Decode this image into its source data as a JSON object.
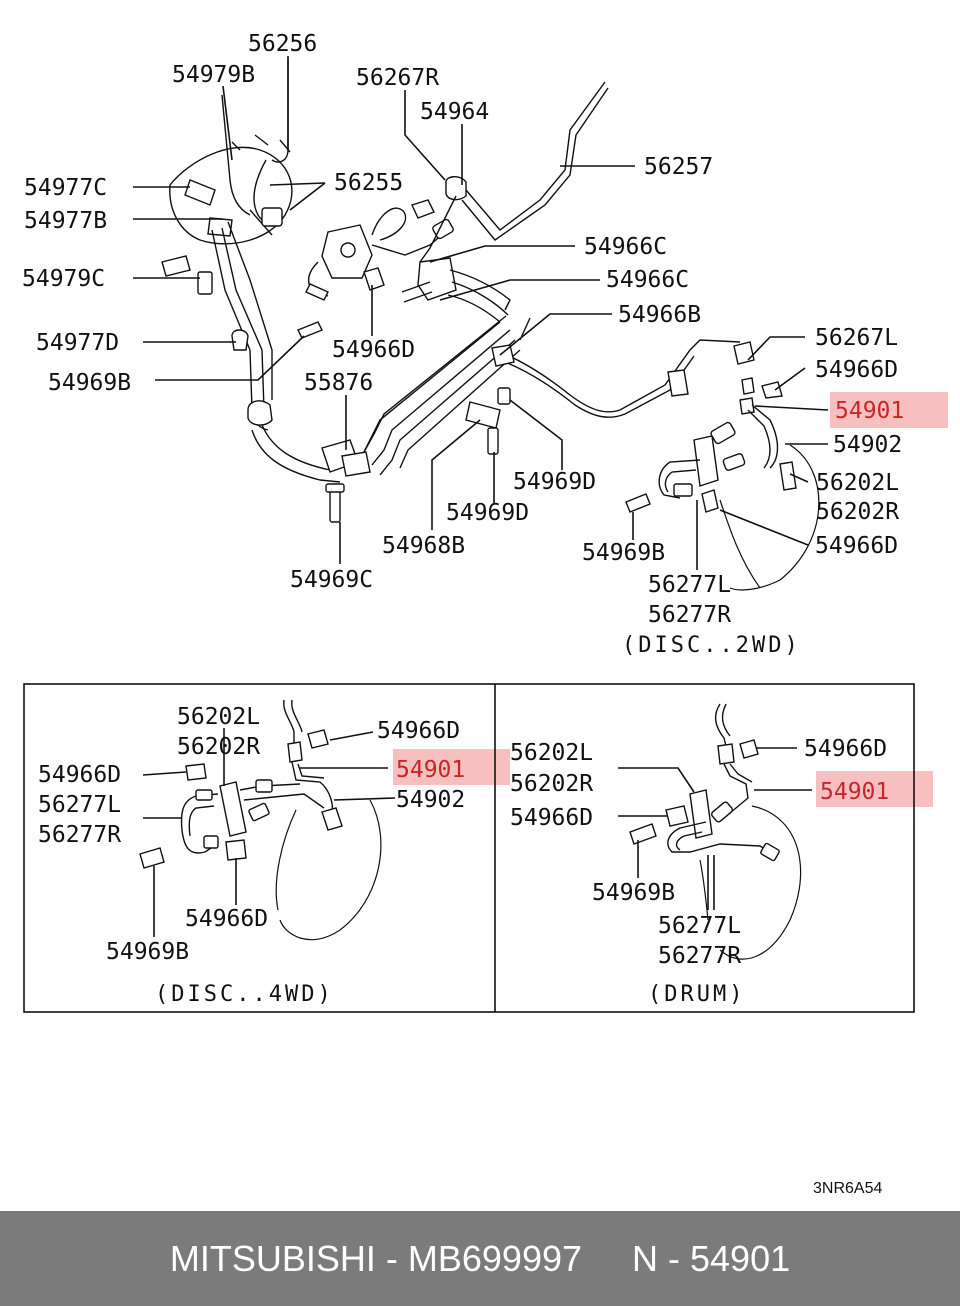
{
  "labels": {
    "l56256": "56256",
    "l54979b": "54979B",
    "l56267r": "56267R",
    "l54964": "54964",
    "l56257": "56257",
    "l54977c": "54977C",
    "l56255": "56255",
    "l54977b": "54977B",
    "l54966c_1": "54966C",
    "l54966c_2": "54966C",
    "l54979c": "54979C",
    "l54966b": "54966B",
    "l54977d": "54977D",
    "l54966d_top": "54966D",
    "l56267l": "56267L",
    "l54969b_top": "54969B",
    "l55876": "55876",
    "l54966d_r1": "54966D",
    "l54901_top": "54901",
    "l54902_top": "54902",
    "l54969d_1": "54969D",
    "l56202l_top": "56202L",
    "l54969d_2": "54969D",
    "l56202r_top": "56202R",
    "l54968b": "54968B",
    "l54966d_r2": "54966D",
    "l54969b_mid": "54969B",
    "l54969c": "54969C",
    "l56277l_top": "56277L",
    "l56277r_top": "56277R",
    "cap_disc2wd": "(DISC..2WD)",
    "l56202l_4wd": "56202L",
    "l56202r_4wd": "56202R",
    "l54966d_4wd_a": "54966D",
    "l54966d_4wd_b": "54966D",
    "l54901_4wd": "54901",
    "l56277l_4wd": "56277L",
    "l54902_4wd": "54902",
    "l56277r_4wd": "56277R",
    "l54966d_4wd_c": "54966D",
    "l54969b_4wd": "54969B",
    "cap_disc4wd": "(DISC..4WD)",
    "l56202l_drum": "56202L",
    "l56202r_drum": "56202R",
    "l54966d_drum_a": "54966D",
    "l54901_drum": "54901",
    "l54966d_drum_b": "54966D",
    "l54969b_drum": "54969B",
    "l56277l_drum": "56277L",
    "l56277r_drum": "56277R",
    "cap_drum": "(DRUM)",
    "diagram_code": "3NR6A54"
  },
  "highlight_color": "#f6b8b8",
  "highlight_text_color": "#c62828",
  "footer": {
    "text": "MITSUBISHI - MB699997     N - 54901",
    "background": "#7b7b7b"
  }
}
